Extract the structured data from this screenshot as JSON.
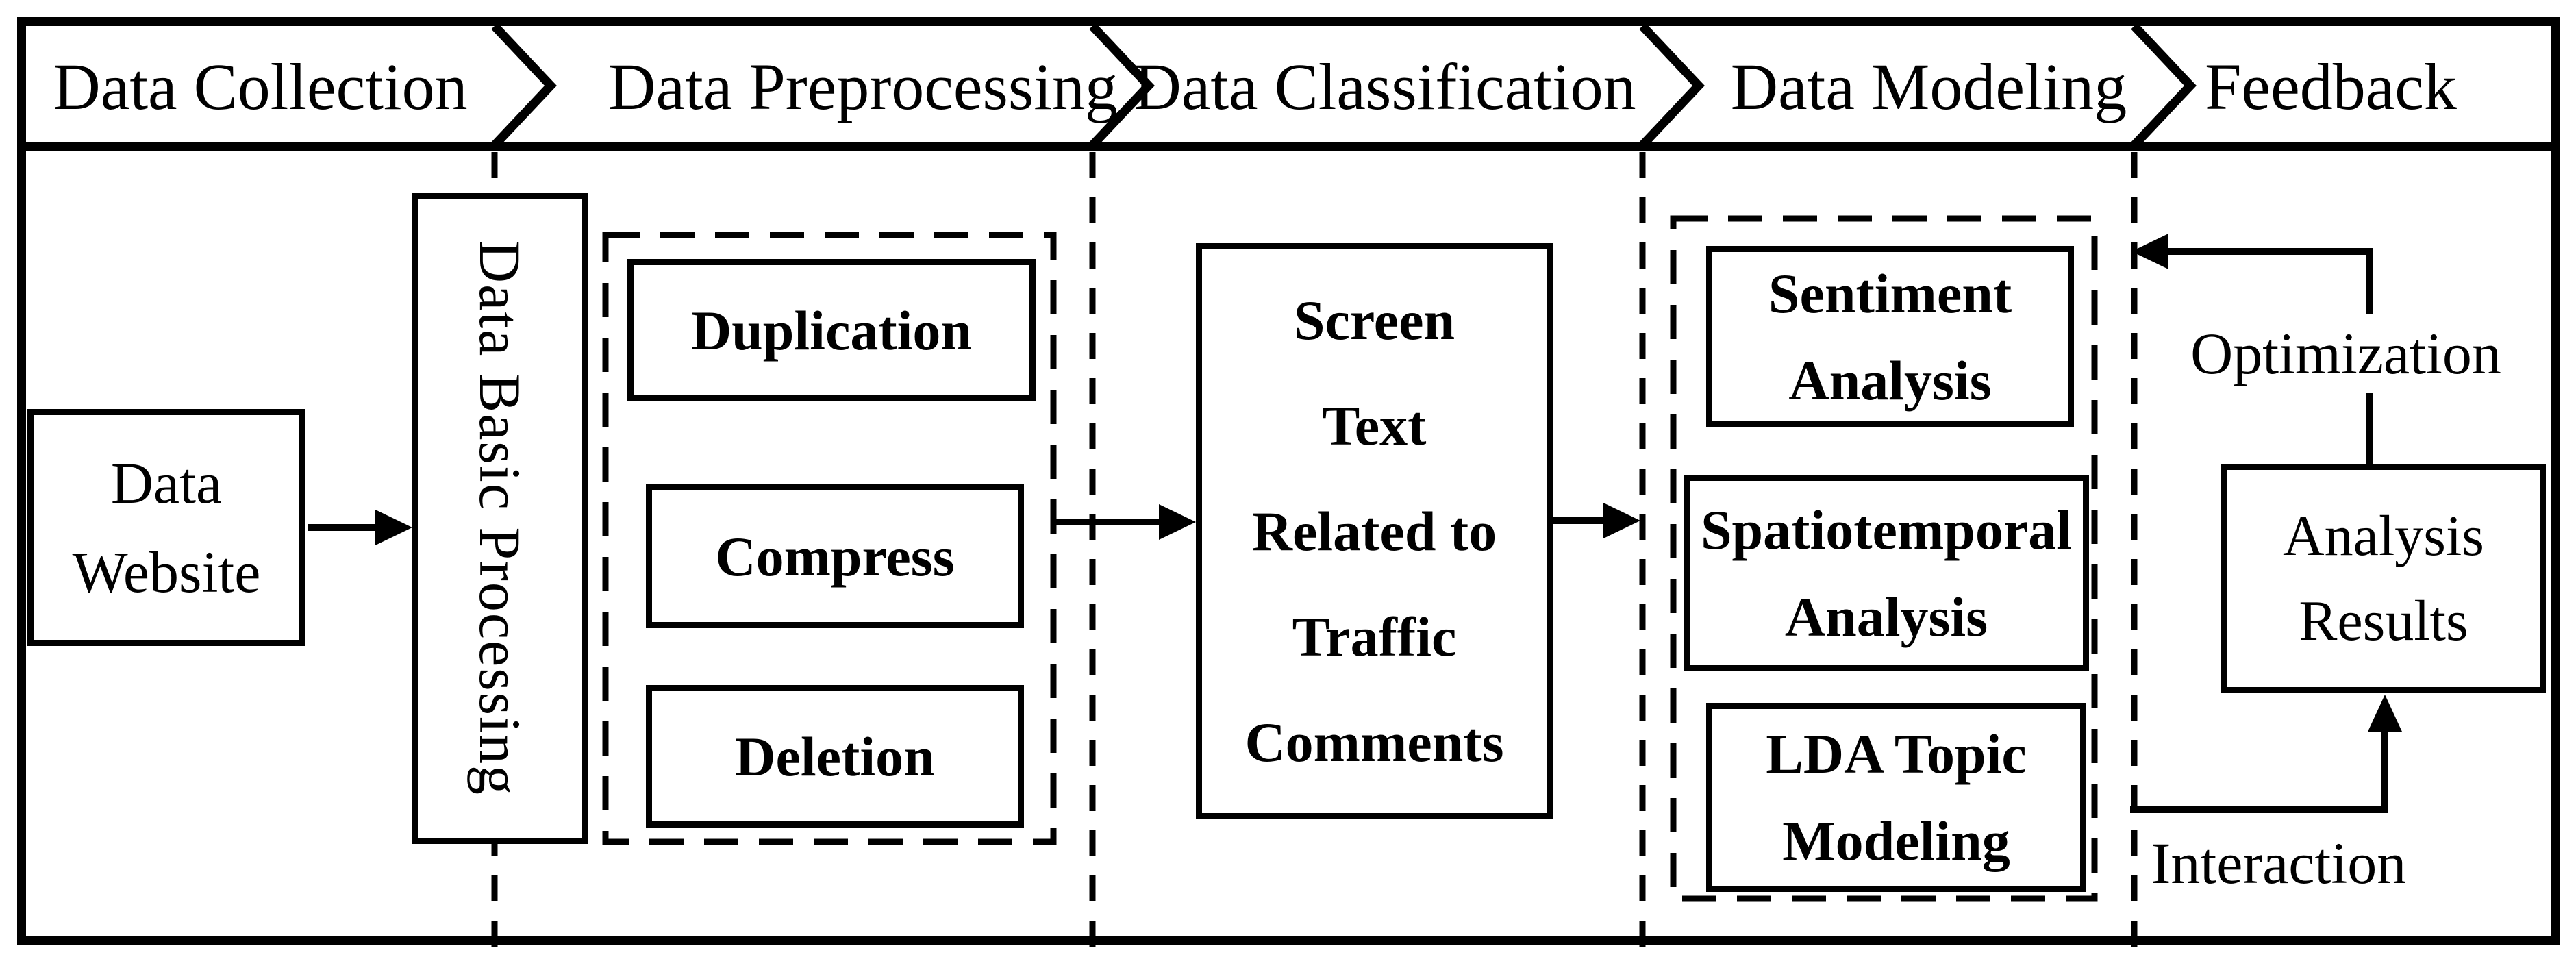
{
  "colors": {
    "ink": "#000000",
    "background": "#ffffff"
  },
  "header": {
    "stages": [
      {
        "label": "Data Collection"
      },
      {
        "label": "Data Preprocessing"
      },
      {
        "label": "Data Classification"
      },
      {
        "label": "Data Modeling"
      },
      {
        "label": "Feedback"
      }
    ]
  },
  "collection": {
    "data_website": {
      "line1": "Data",
      "line2": "Website"
    }
  },
  "preprocessing": {
    "basic_processing_label": "Data Basic Processing",
    "steps": [
      "Duplication",
      "Compress",
      "Deletion"
    ]
  },
  "classification": {
    "screen_box_lines": [
      "Screen",
      "Text",
      "Related to",
      "Traffic",
      "Comments"
    ]
  },
  "modeling": {
    "methods": [
      {
        "line1": "Sentiment",
        "line2": "Analysis"
      },
      {
        "line1": "Spatiotemporal",
        "line2": "Analysis"
      },
      {
        "line1": "LDA Topic",
        "line2": "Modeling"
      }
    ]
  },
  "feedback": {
    "optimization_label": "Optimization",
    "analysis_results": {
      "line1": "Analysis",
      "line2": "Results"
    },
    "interaction_label": "Interaction"
  }
}
